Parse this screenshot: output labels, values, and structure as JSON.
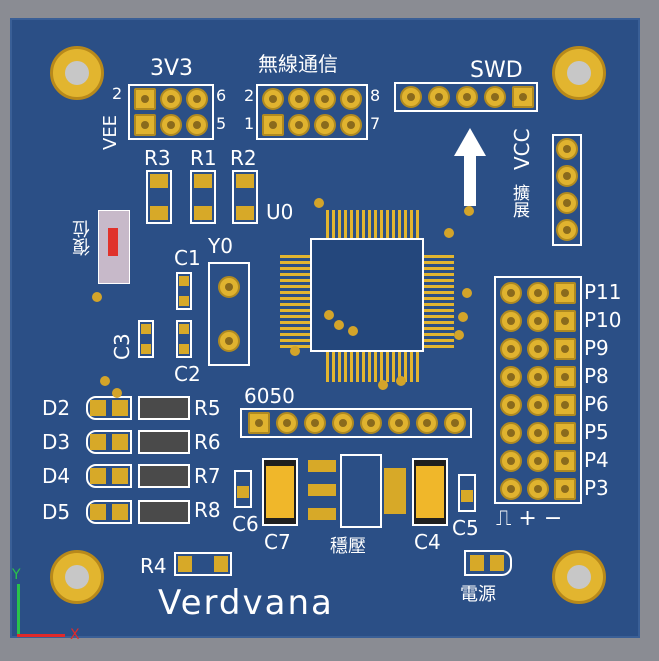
{
  "board": {
    "silk": {
      "header_3v3": "3V3",
      "header_wireless": "無線通信",
      "header_swd": "SWD",
      "vcc": "VCC",
      "expand": "擴展",
      "vee": "VEE",
      "pin2": "2",
      "pin1": "1",
      "pin6": "6",
      "pin5": "5",
      "pin8": "8",
      "pin7": "7",
      "r1": "R1",
      "r2": "R2",
      "r3": "R3",
      "u0": "U0",
      "reset": "復位",
      "y0": "Y0",
      "c1": "C1",
      "c2": "C2",
      "c3": "C3",
      "c4": "C4",
      "c5": "C5",
      "c6": "C6",
      "c7": "C7",
      "imu": "6050",
      "d2": "D2",
      "d3": "D3",
      "d4": "D4",
      "d5": "D5",
      "r4": "R4",
      "r5": "R5",
      "r6": "R6",
      "r7": "R7",
      "r8": "R8",
      "regulator": "穩壓",
      "power": "電源",
      "brand": "Verdvana",
      "p11": "P11",
      "p10": "P10",
      "p9": "P9",
      "p8": "P8",
      "p6": "P6",
      "p5": "P5",
      "p4": "P4",
      "p3": "P3",
      "legend": "⎍ + −"
    },
    "axes": {
      "x": "X",
      "y": "Y"
    },
    "colors": {
      "board": "#2b4f86",
      "copper": "#e2b52f",
      "silk": "#ffffff",
      "background": "#8a8c93"
    }
  }
}
